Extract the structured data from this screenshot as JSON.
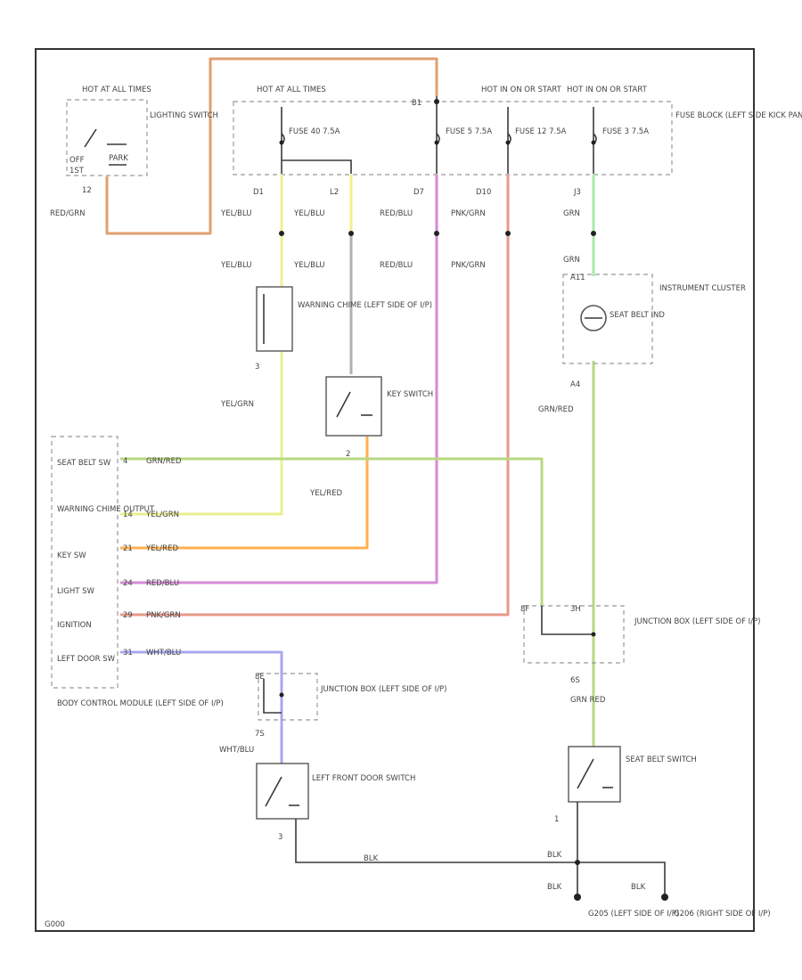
{
  "page": {
    "corner_code": "G000"
  },
  "colors": {
    "red_grn": "#e0a070",
    "yel_blu": "#f2f090",
    "gray_wire": "#b0b0b0",
    "red_blu": "#d68ad6",
    "pnk_grn": "#e89a8a",
    "grn": "#a8e8a8",
    "gry_red": "#b8d880",
    "yel_grn": "#e8f090",
    "yel_red": "#ffb050",
    "wht_blu": "#a8a8f0",
    "frame": "#333333"
  },
  "lighting_switch": {
    "hot": "HOT AT ALL TIMES",
    "name": "LIGHTING SWITCH",
    "pos_off": "OFF",
    "pos_park": "PARK",
    "pos_1st": "1ST",
    "pin": "12",
    "wire": "RED/GRN"
  },
  "fuse_block": {
    "hot_all": "HOT AT ALL TIMES",
    "hot_run1": "HOT IN ON OR START",
    "hot_run2": "HOT IN ON OR START",
    "b1": "B1",
    "name": "FUSE BLOCK (LEFT SIDE KICK PANEL) (OF I/P)",
    "fuse_a": "FUSE 40 7.5A",
    "fuse_b": "FUSE 5 7.5A",
    "fuse_c": "FUSE 12 7.5A",
    "fuse_d": "FUSE 3 7.5A"
  },
  "fuse_pins": [
    "D1",
    "L2",
    "D7",
    "D10",
    "J3"
  ],
  "upper_wires": [
    "YEL/BLU",
    "YEL/BLU",
    "RED/BLU",
    "PNK/GRN",
    "GRN"
  ],
  "mid_wires": [
    "YEL/BLU",
    "YEL/BLU",
    "RED/BLU",
    "PNK/GRN",
    "GRN"
  ],
  "warning_chime": {
    "name": "WARNING CHIME (LEFT SIDE OF I/P)",
    "pin": "3",
    "wire_out": "YEL/GRN"
  },
  "key_switch": {
    "name": "KEY SWITCH",
    "pin": "2",
    "wire_out": "YEL/RED"
  },
  "instrument_cluster": {
    "name": "INSTRUMENT CLUSTER",
    "lamp": "SEAT BELT IND",
    "pin_in": "A11",
    "pin_out": "A4",
    "wire_out": "GRN/RED"
  },
  "bcm": {
    "name": "BODY CONTROL MODULE (LEFT SIDE OF I/P)",
    "rows": [
      {
        "label": "SEAT BELT SW",
        "pin": "4",
        "wire": "GRN/RED"
      },
      {
        "label": "WARNING CHIME OUTPUT",
        "pin": "14",
        "wire": "YEL/GRN"
      },
      {
        "label": "KEY SW",
        "pin": "21",
        "wire": "YEL/RED"
      },
      {
        "label": "LIGHT SW",
        "pin": "24",
        "wire": "RED/BLU"
      },
      {
        "label": "IGNITION",
        "pin": "29",
        "wire": "PNK/GRN"
      },
      {
        "label": "LEFT DOOR SW",
        "pin": "31",
        "wire": "WHT/BLU"
      }
    ]
  },
  "junction_box_right": {
    "name": "JUNCTION BOX (LEFT SIDE OF I/P)",
    "pin_a": "8F",
    "pin_b": "3H",
    "pin_out": "6S",
    "wire_out": "GRN RED"
  },
  "junction_box_left": {
    "name": "JUNCTION BOX (LEFT SIDE OF I/P)",
    "pin_a": "8E",
    "pin_out": "7S",
    "wire_out": "WHT/BLU"
  },
  "door_switch": {
    "name": "LEFT FRONT DOOR SWITCH",
    "pin": "3"
  },
  "seat_belt_switch": {
    "name": "SEAT BELT SWITCH",
    "pin": "1"
  },
  "ground": {
    "wire_main": "BLK",
    "wire_junction": "BLK",
    "wire_left": "BLK",
    "wire_right": "BLK",
    "left": "G205 (LEFT SIDE OF I/P)",
    "right": "G206 (RIGHT SIDE OF I/P)"
  }
}
